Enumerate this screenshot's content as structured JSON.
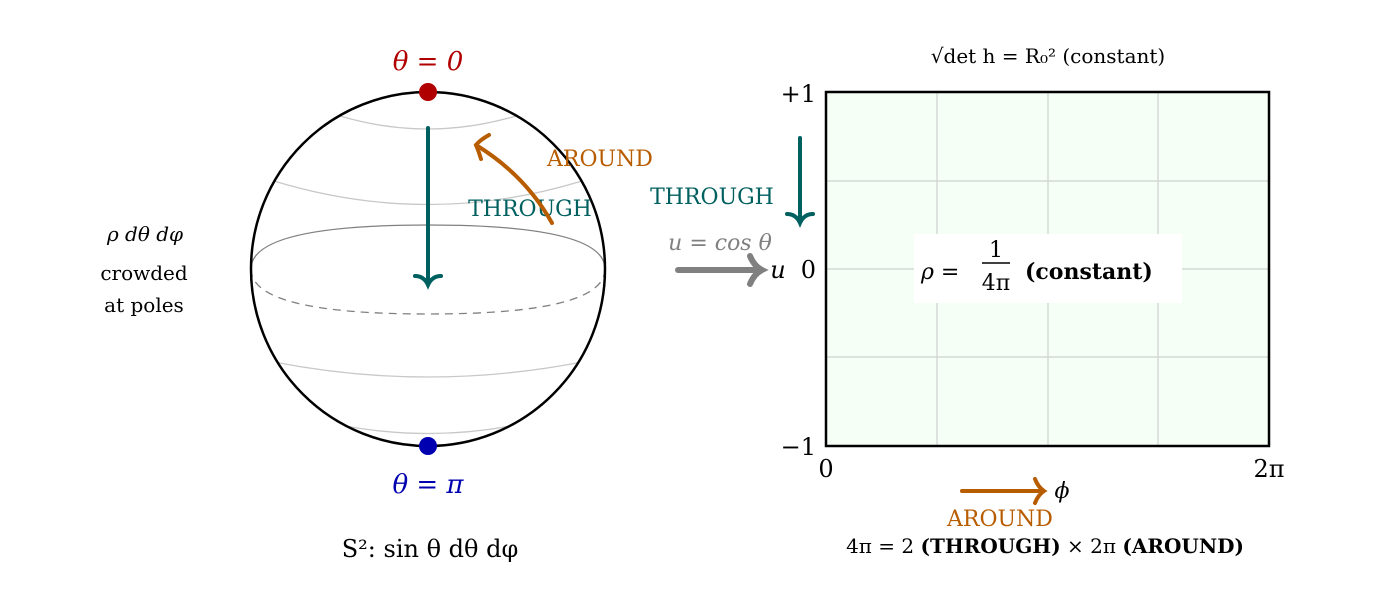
{
  "sphere": {
    "north_label": "θ = 0",
    "south_label": "θ = π",
    "through_label": "THROUGH",
    "around_label": "AROUND",
    "side_formula": "ρ dθ dφ",
    "side_note_line1": "crowded",
    "side_note_line2": "at poles",
    "caption": "S²: sin θ dθ dφ",
    "north_color": "#b00000",
    "south_color": "#0000b0",
    "through_color": "#005f5f",
    "around_color": "#b85c00"
  },
  "map": {
    "label": "u = cos θ"
  },
  "rectangle": {
    "title": "√det h = R₀² (constant)",
    "y_ticks": [
      "+1",
      "0",
      "−1"
    ],
    "y_axis_label": "u",
    "x_ticks": [
      "0",
      "2π"
    ],
    "x_axis_label": "ϕ",
    "through_label": "THROUGH",
    "around_label": "AROUND",
    "density_lhs": "ρ =",
    "density_num": "1",
    "density_den": "4π",
    "density_note": "(constant)",
    "caption_a": "4π = 2 ",
    "caption_b": "(THROUGH)",
    "caption_c": " × 2π ",
    "caption_d": "(AROUND)",
    "fill_color": "#f5fff5"
  }
}
